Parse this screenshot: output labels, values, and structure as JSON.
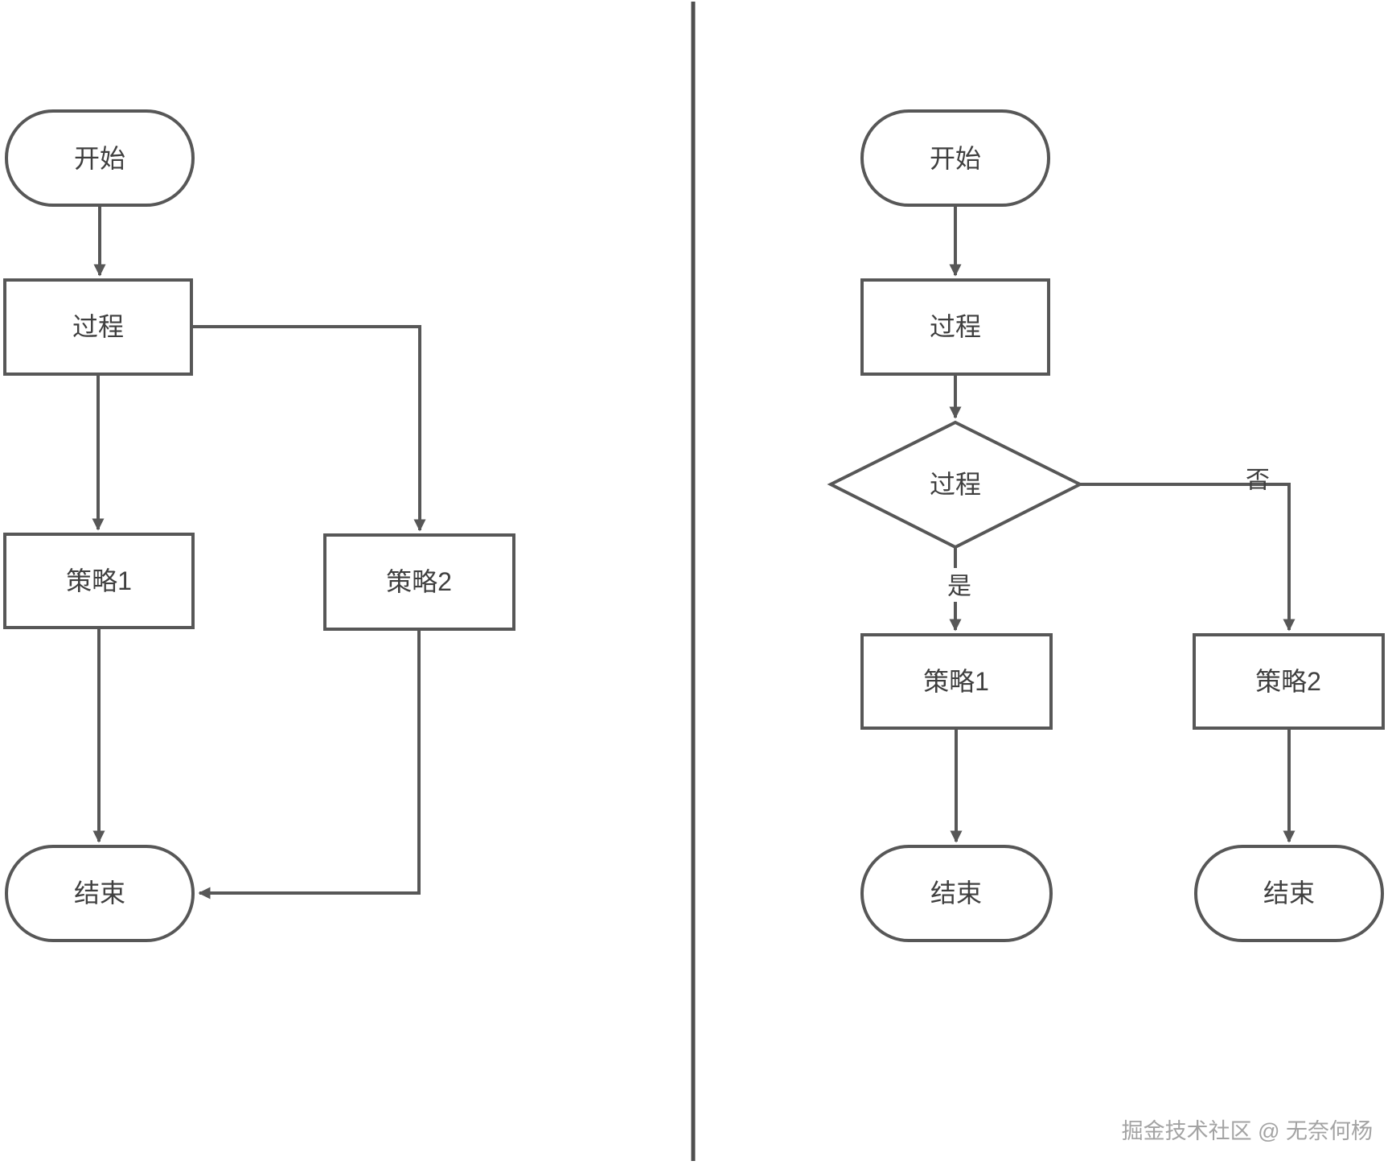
{
  "diagram": {
    "left_flow": {
      "start_label": "开始",
      "process_label": "过程",
      "strategy1_label": "策略1",
      "strategy2_label": "策略2",
      "end_label": "结束"
    },
    "right_flow": {
      "start_label": "开始",
      "process_label": "过程",
      "decision_label": "过程",
      "yes_label": "是",
      "no_label": "否",
      "strategy1_label": "策略1",
      "strategy2_label": "策略2",
      "end1_label": "结束",
      "end2_label": "结束"
    },
    "watermark_text": "掘金技术社区 @ 无奈何杨",
    "colors": {
      "stroke": "#575757",
      "text": "#3f3f3f",
      "divider": "#4f4f4f",
      "watermark": "#a3a3a3",
      "background": "#ffffff"
    }
  }
}
